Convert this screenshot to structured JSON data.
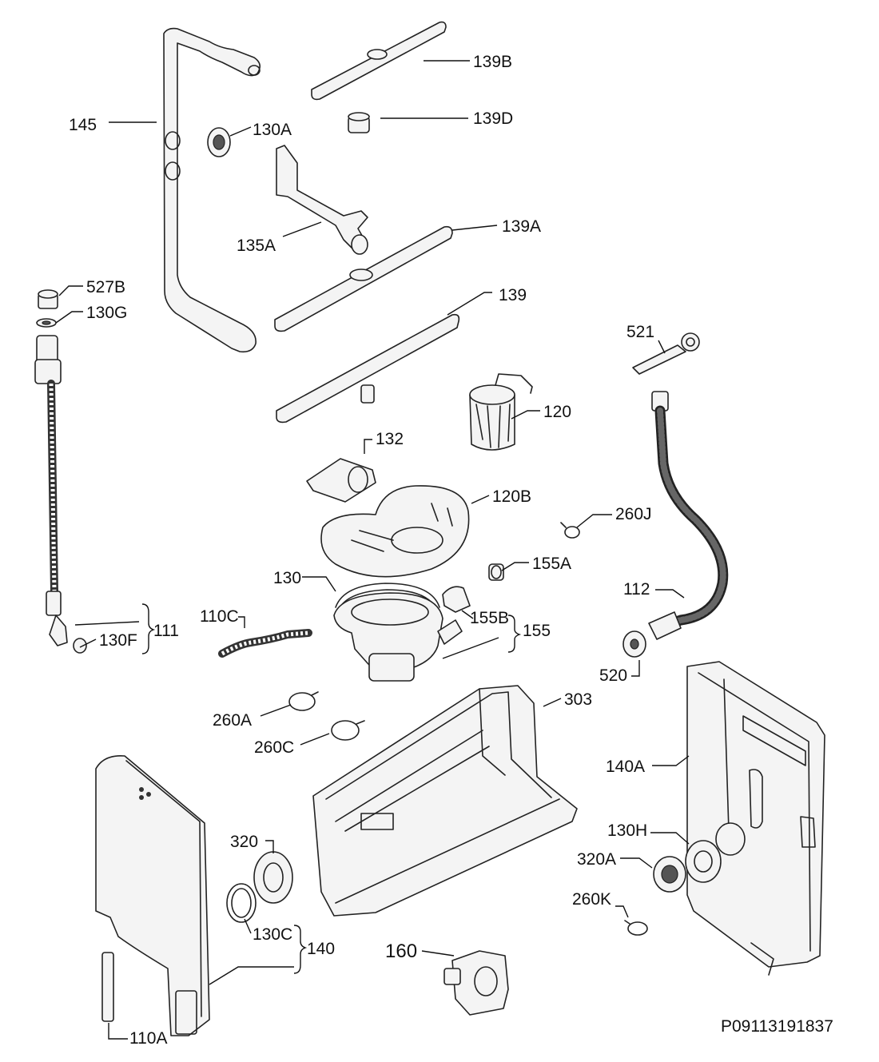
{
  "document_code": "P09113191837",
  "labels": {
    "l145": "145",
    "l130A": "130A",
    "l139B": "139B",
    "l139D": "139D",
    "l135A": "135A",
    "l139A": "139A",
    "l139": "139",
    "l527B": "527B",
    "l130G": "130G",
    "l521": "521",
    "l120": "120",
    "l132": "132",
    "l120B": "120B",
    "l260J": "260J",
    "l155A": "155A",
    "l130": "130",
    "l112": "112",
    "l110C": "110C",
    "l155B": "155B",
    "l155": "155",
    "l111": "111",
    "l130F": "130F",
    "l520": "520",
    "l303": "303",
    "l260A": "260A",
    "l260C": "260C",
    "l140A": "140A",
    "l320": "320",
    "l130H": "130H",
    "l320A": "320A",
    "l260K": "260K",
    "l130C": "130C",
    "l140": "140",
    "l160": "160",
    "l110A": "110A"
  }
}
